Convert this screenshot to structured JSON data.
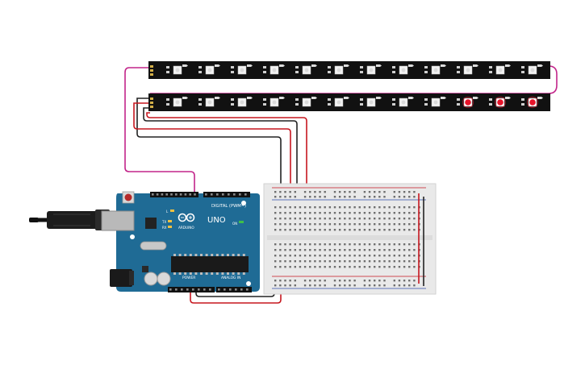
{
  "arduino": {
    "model_label": "UNO",
    "brand_label": "ARDUINO",
    "digital_header_label": "DIGITAL (PWM~)",
    "power_header_label": "POWER",
    "analog_header_label": "ANALOG IN",
    "on_label": "ON",
    "tx_label": "TX",
    "rx_label": "RX",
    "l_label": "L"
  },
  "led_strips": [
    {
      "pixels": 12,
      "lit_pixels": []
    },
    {
      "pixels": 12,
      "lit_pixels": [
        9,
        10,
        11
      ]
    }
  ],
  "breadboard": {
    "columns": 30
  },
  "colors": {
    "strip": "#111111",
    "lit_led": "#e8142a",
    "arduino_board": "#1f6b95",
    "breadboard": "#e9e9e9",
    "wire_magenta": "#c2258a",
    "wire_red": "#c6171f",
    "wire_black": "#222222",
    "rail_red": "#c6171f",
    "rail_blue": "#2e4da8"
  },
  "icons": {
    "usb_cable": "usb-cable-icon",
    "power_jack": "power-jack-icon",
    "reset_button": "reset-button-icon",
    "arduino_logo": "infinity-logo-icon"
  }
}
